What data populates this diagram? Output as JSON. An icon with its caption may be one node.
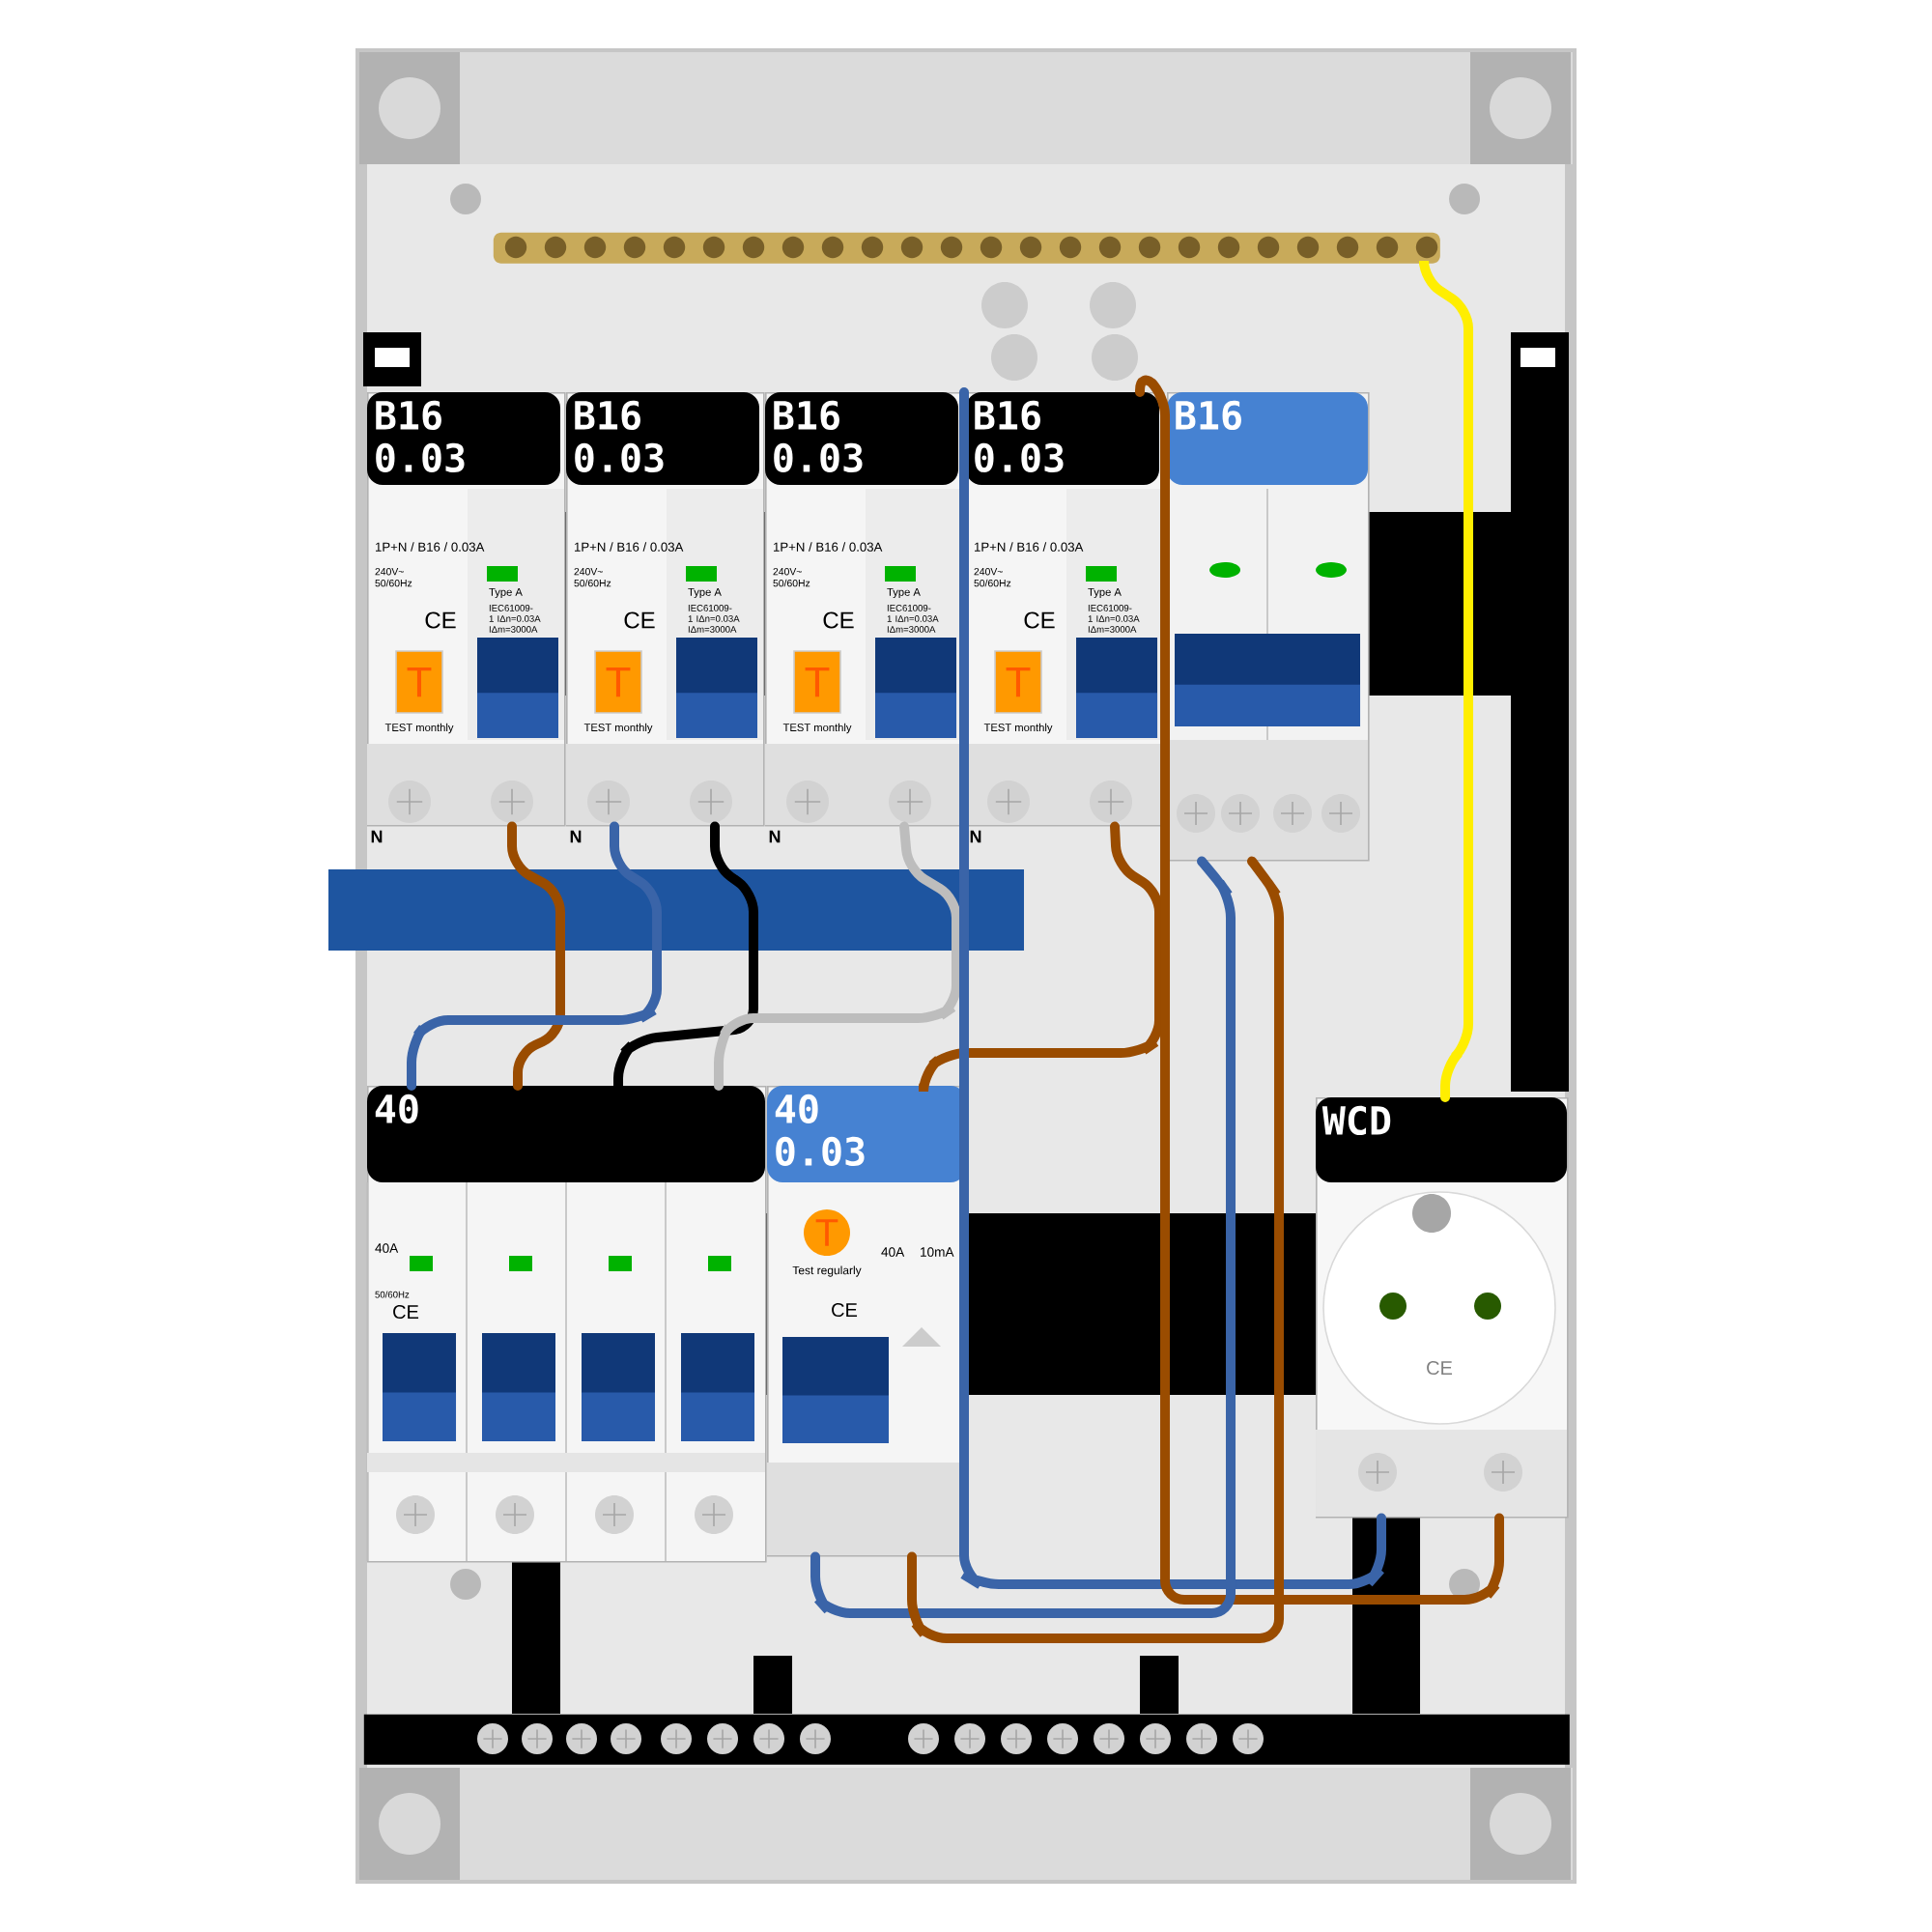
{
  "diagram": {
    "nodes": [
      {
        "text": [
          "B16 0.03",
          "1P+N / B16 / 0.03A",
          "240V~ 50/60Hz",
          "Type A",
          "CE",
          "IEC61009-1 IΔn=0.03A IΔm=3000A",
          "T",
          "TEST monthly"
        ],
        "beside": [
          "N"
        ]
      },
      {
        "text": [
          "B16 0.03",
          "1P+N / B16 / 0.03A",
          "240V~ 50/60Hz",
          "Type A",
          "CE",
          "IEC61009-1 IΔn=0.03A IΔm=3000A",
          "T",
          "TEST monthly"
        ],
        "beside": [
          "N"
        ]
      },
      {
        "text": [
          "B16 0.03",
          "1P+N / B16 / 0.03A",
          "240V~ 50/60Hz",
          "Type A",
          "CE",
          "IEC61009-1 IΔn=0.03A IΔm=3000A",
          "T",
          "TEST monthly"
        ],
        "beside": [
          "N"
        ]
      },
      {
        "text": [
          "B16 0.03",
          "1P+N / B16 / 0.03A",
          "240V~ 50/60Hz",
          "Type A",
          "CE",
          "IEC61009-1 IΔn=0.03A IΔm=3000A",
          "T",
          "TEST monthly"
        ],
        "beside": [
          "N"
        ]
      },
      {
        "text": [
          "B16"
        ]
      },
      {
        "text": [
          "40",
          "40A",
          "50/60Hz",
          "CE"
        ]
      },
      {
        "text": [
          "40 0.03",
          "T",
          "Test regularly",
          "40A",
          "10mA",
          "CE"
        ]
      },
      {
        "text": [
          "WCD",
          "CE"
        ]
      },
      {
        "text": [],
        "shape": "bar"
      },
      {
        "text": [],
        "shape": "bar"
      }
    ],
    "edges": [
      {
        "from": 8,
        "to": 7,
        "arrow": "none",
        "color": "#ffee00"
      },
      {
        "from": 0,
        "to": 5,
        "arrow": "none"
      },
      {
        "from": 1,
        "to": 5,
        "arrow": "none",
        "color": "#3a64a8"
      },
      {
        "from": 1,
        "to": 5,
        "arrow": "none",
        "color": "#000000"
      },
      {
        "from": 2,
        "to": 5,
        "arrow": "none",
        "color": "#bdbdbd"
      },
      {
        "from": 3,
        "to": 6,
        "arrow": "none"
      },
      {
        "from": 3,
        "to": 7,
        "arrow": "none",
        "color": "#3a64a8"
      },
      {
        "from": 3,
        "to": 7,
        "arrow": "none"
      },
      {
        "from": 4,
        "to": 6,
        "arrow": "none",
        "color": "#3a64a8"
      },
      {
        "from": 4,
        "to": 6,
        "arrow": "none"
      }
    ]
  }
}
